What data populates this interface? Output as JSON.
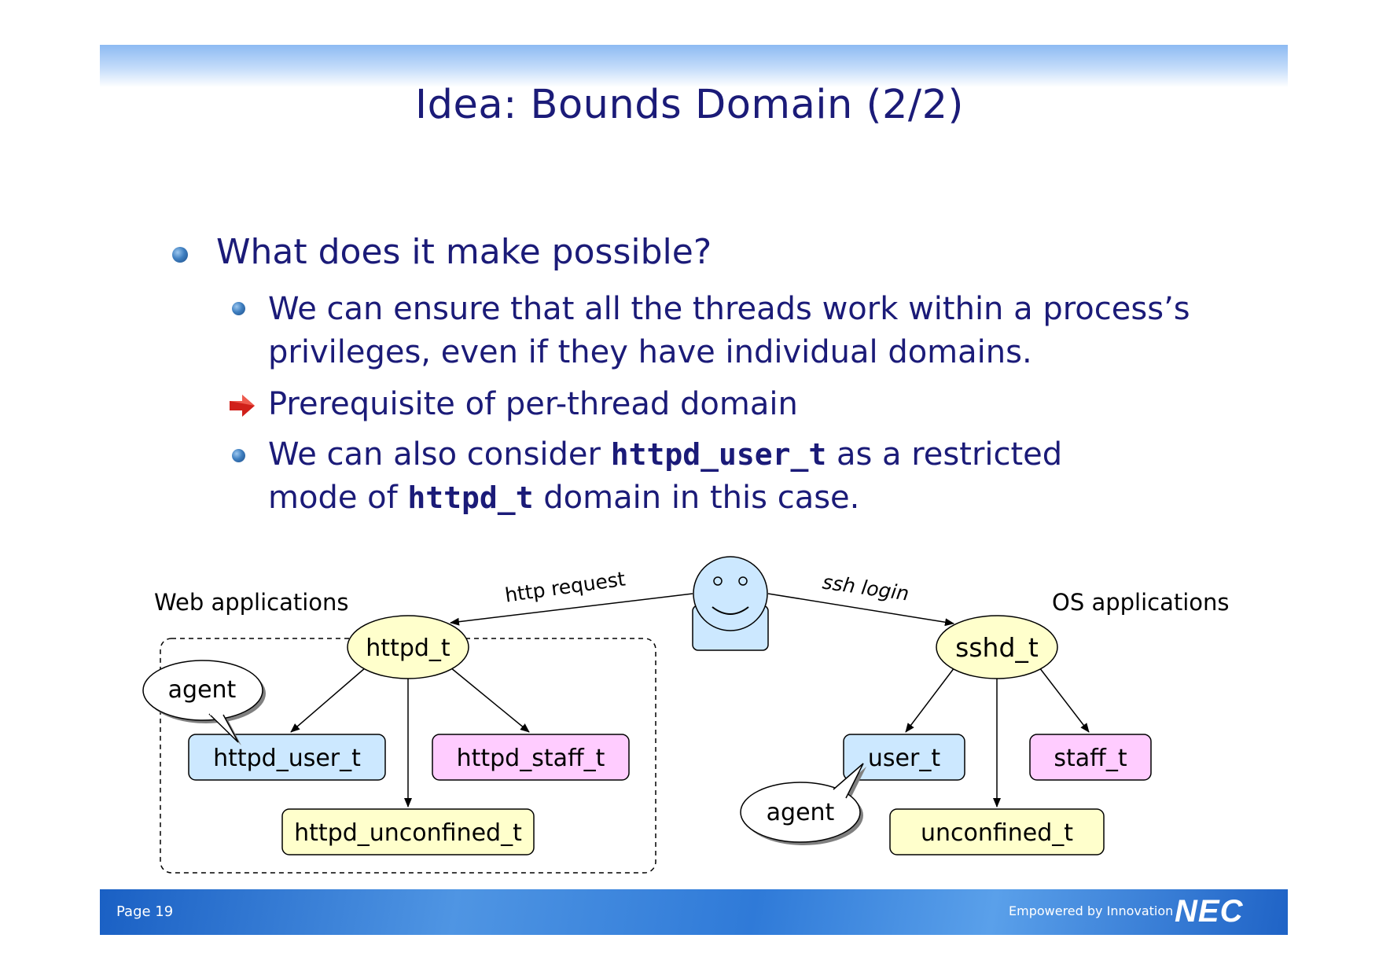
{
  "slide": {
    "title": "Idea: Bounds Domain (2/2)",
    "bullet1": "What does it make possible?",
    "bullet2_line1": "We can ensure that all the threads work within a process’s",
    "bullet2_line2": "privileges, even if they have individual domains.",
    "bullet3": "Prerequisite of per-thread domain",
    "bullet4_a": "We can also consider ",
    "bullet4_code1": "httpd_user_t",
    "bullet4_b": " as a restricted",
    "bullet4_c": "mode of ",
    "bullet4_code2": "httpd_t",
    "bullet4_d": " domain in this case."
  },
  "diagram": {
    "web_group_label": "Web applications",
    "os_group_label": "OS applications",
    "edge_http": "http request",
    "edge_ssh": "ssh login",
    "nodes": {
      "httpd_t": "httpd_t",
      "httpd_user_t": "httpd_user_t",
      "httpd_staff_t": "httpd_staff_t",
      "httpd_unconfined_t": "httpd_unconfined_t",
      "sshd_t": "sshd_t",
      "user_t": "user_t",
      "staff_t": "staff_t",
      "unconfined_t": "unconfined_t"
    },
    "callout_left": "agent",
    "callout_right": "agent",
    "colors": {
      "domain_fill": "#ffffcc",
      "user_fill": "#cce8ff",
      "staff_fill": "#ffccff",
      "text_color": "#1b1b78"
    }
  },
  "footer": {
    "page": "Page 19",
    "tagline": "Empowered by Innovation",
    "logo": "NEC"
  }
}
